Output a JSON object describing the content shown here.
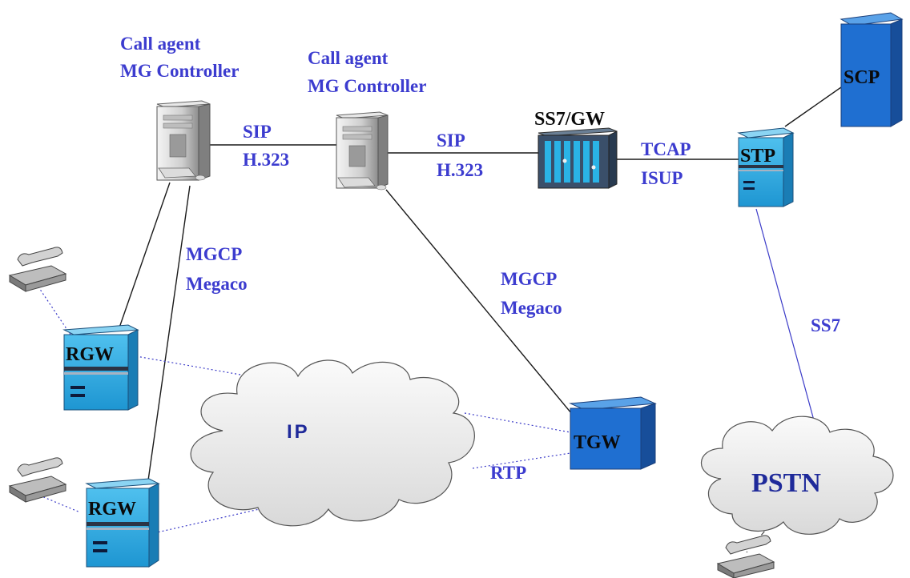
{
  "labels": {
    "call_agent_1": [
      "Call agent",
      "MG Controller"
    ],
    "call_agent_2": [
      "Call agent",
      "MG Controller"
    ],
    "sip_h323_1": [
      "SIP",
      "H.323"
    ],
    "sip_h323_2": [
      "SIP",
      "H.323"
    ],
    "ss7gw": "SS7/GW",
    "tcap_isup": [
      "TCAP",
      "ISUP"
    ],
    "scp": "SCP",
    "stp": "STP",
    "mgcp_megaco_1": [
      "MGCP",
      "Megaco"
    ],
    "mgcp_megaco_2": [
      "MGCP",
      "Megaco"
    ],
    "rgw_top": "RGW",
    "rgw_bottom": "RGW",
    "ip": "IP",
    "tgw": "TGW",
    "rtp": "RTP",
    "ss7": "SS7",
    "pstn": "PSTN"
  },
  "colors": {
    "label_blue": "#3c3ccf",
    "box_blue": "#29a9e0",
    "box_dark_blue": "#1f6fd1",
    "cloud_fill": "#e9e9e9",
    "line": "#1a1a1a",
    "dotted_line": "#3b3bc8"
  }
}
